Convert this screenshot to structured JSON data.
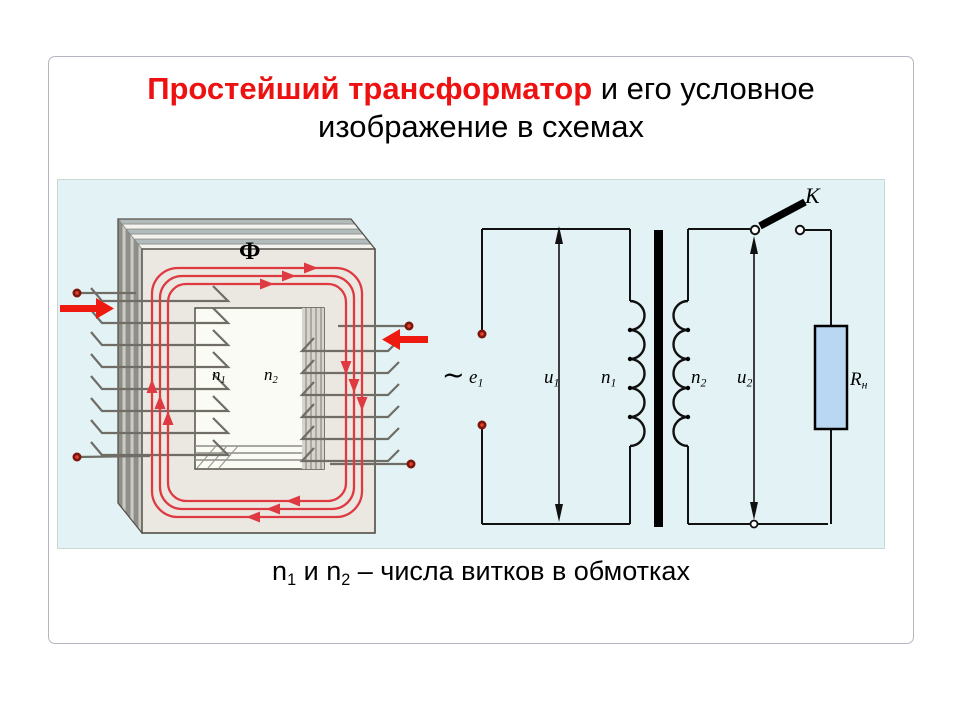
{
  "title": {
    "line1_red": "Простейший трансформатор",
    "line1_black": " и его условное",
    "line2": "изображение в схемах"
  },
  "caption": {
    "n1_base": "n",
    "n1_sub": "1",
    "and": " и ",
    "n2_base": "n",
    "n2_sub": "2",
    "rest": " – числа витков в обмотках"
  },
  "figure": {
    "flux_label": "Ф",
    "primary_label": {
      "base": "n",
      "sub": "1"
    },
    "secondary_label": {
      "base": "n",
      "sub": "2"
    }
  },
  "schematic": {
    "source_sign": "∼",
    "emf": {
      "base": "e",
      "sub": "1"
    },
    "primary_voltage": {
      "base": "u",
      "sub": "1"
    },
    "primary_turns": {
      "base": "n",
      "sub": "1"
    },
    "secondary_turns": {
      "base": "n",
      "sub": "2"
    },
    "secondary_voltage": {
      "base": "u",
      "sub": "2"
    },
    "switch_label": "K",
    "load_label": {
      "base": "R",
      "sub": "н"
    }
  },
  "colors": {
    "title_red": "#ee1111",
    "flux_red": "#df3a42",
    "arrow_red": "#ee1a10",
    "terminal_dark": "#7c150b",
    "terminal_core": "#e2442e",
    "panel_bg": "#e3f3f5",
    "load_fill": "#b9d7f3"
  }
}
